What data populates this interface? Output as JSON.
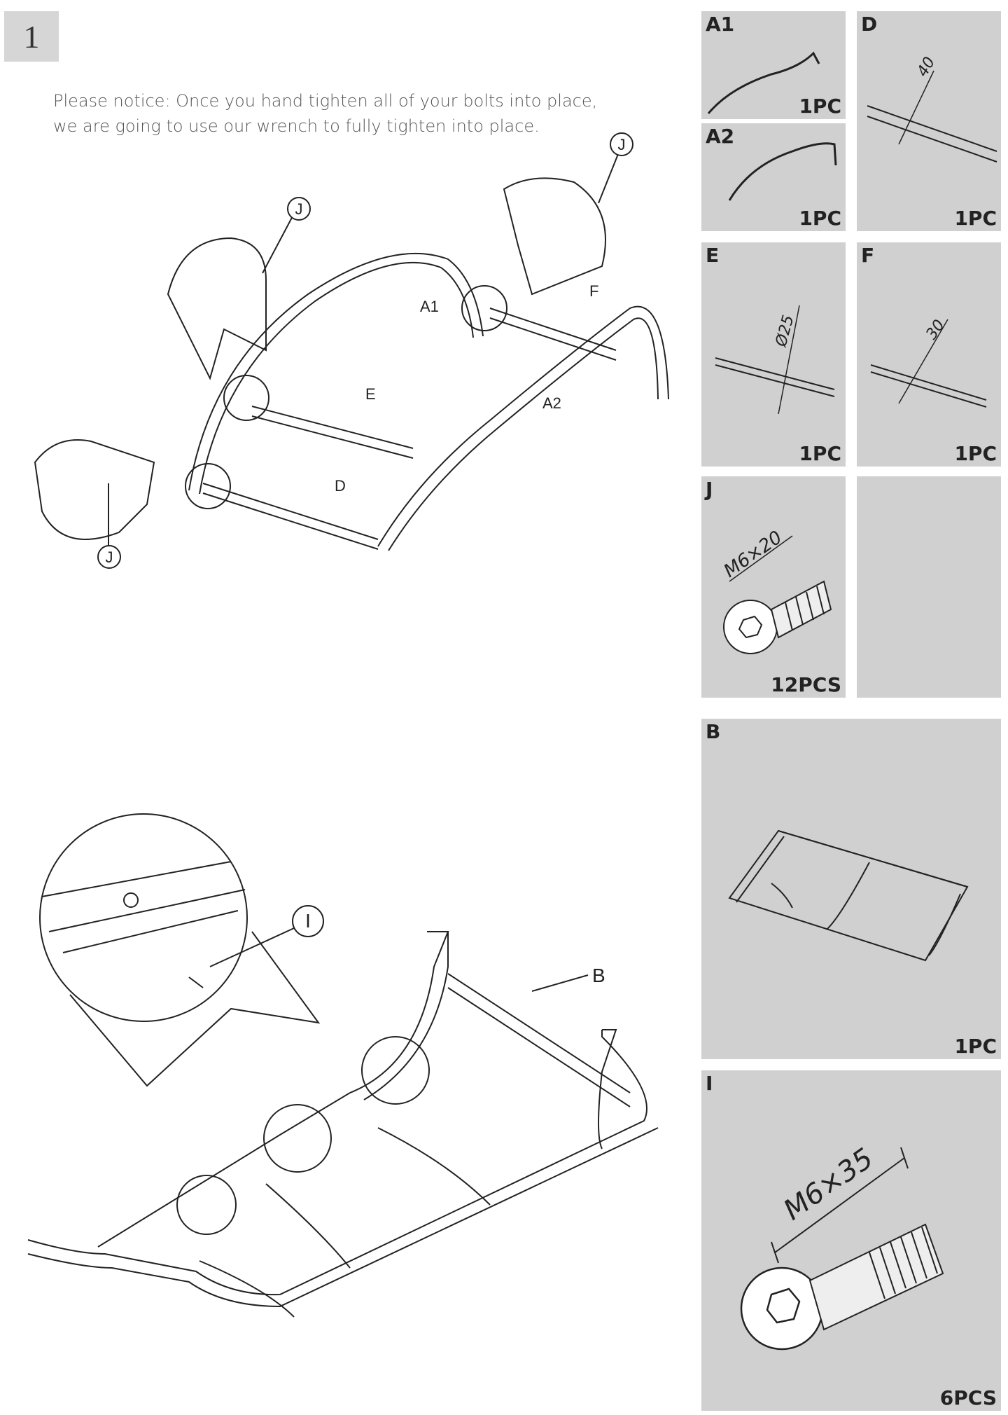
{
  "step": {
    "number": "1"
  },
  "notice": {
    "line1": "Please notice: Once you hand tighten all of your bolts into place,",
    "line2": "we are going to use our wrench to fully tighten into place."
  },
  "diagram1": {
    "labels": {
      "a1": "A1",
      "a2": "A2",
      "e": "E",
      "f": "F",
      "d": "D",
      "j_top": "J",
      "j_mid": "J",
      "j_left": "J"
    }
  },
  "diagram2": {
    "labels": {
      "b": "B",
      "i": "I"
    }
  },
  "parts": [
    {
      "id": "A1",
      "qty": "1PC"
    },
    {
      "id": "A2",
      "qty": "1PC"
    },
    {
      "id": "D",
      "qty": "1PC",
      "dimension": "40"
    },
    {
      "id": "E",
      "qty": "1PC",
      "dimension": "Ø25"
    },
    {
      "id": "F",
      "qty": "1PC",
      "dimension": "30"
    },
    {
      "id": "J",
      "qty": "12PCS",
      "dimension": "M6×20"
    },
    {
      "id": "B",
      "qty": "1PC"
    },
    {
      "id": "I",
      "qty": "6PCS",
      "dimension": "M6×35"
    }
  ],
  "colors": {
    "panel": "#d0d0d0",
    "stepbox": "#d6d6d6",
    "line": "#222222"
  }
}
